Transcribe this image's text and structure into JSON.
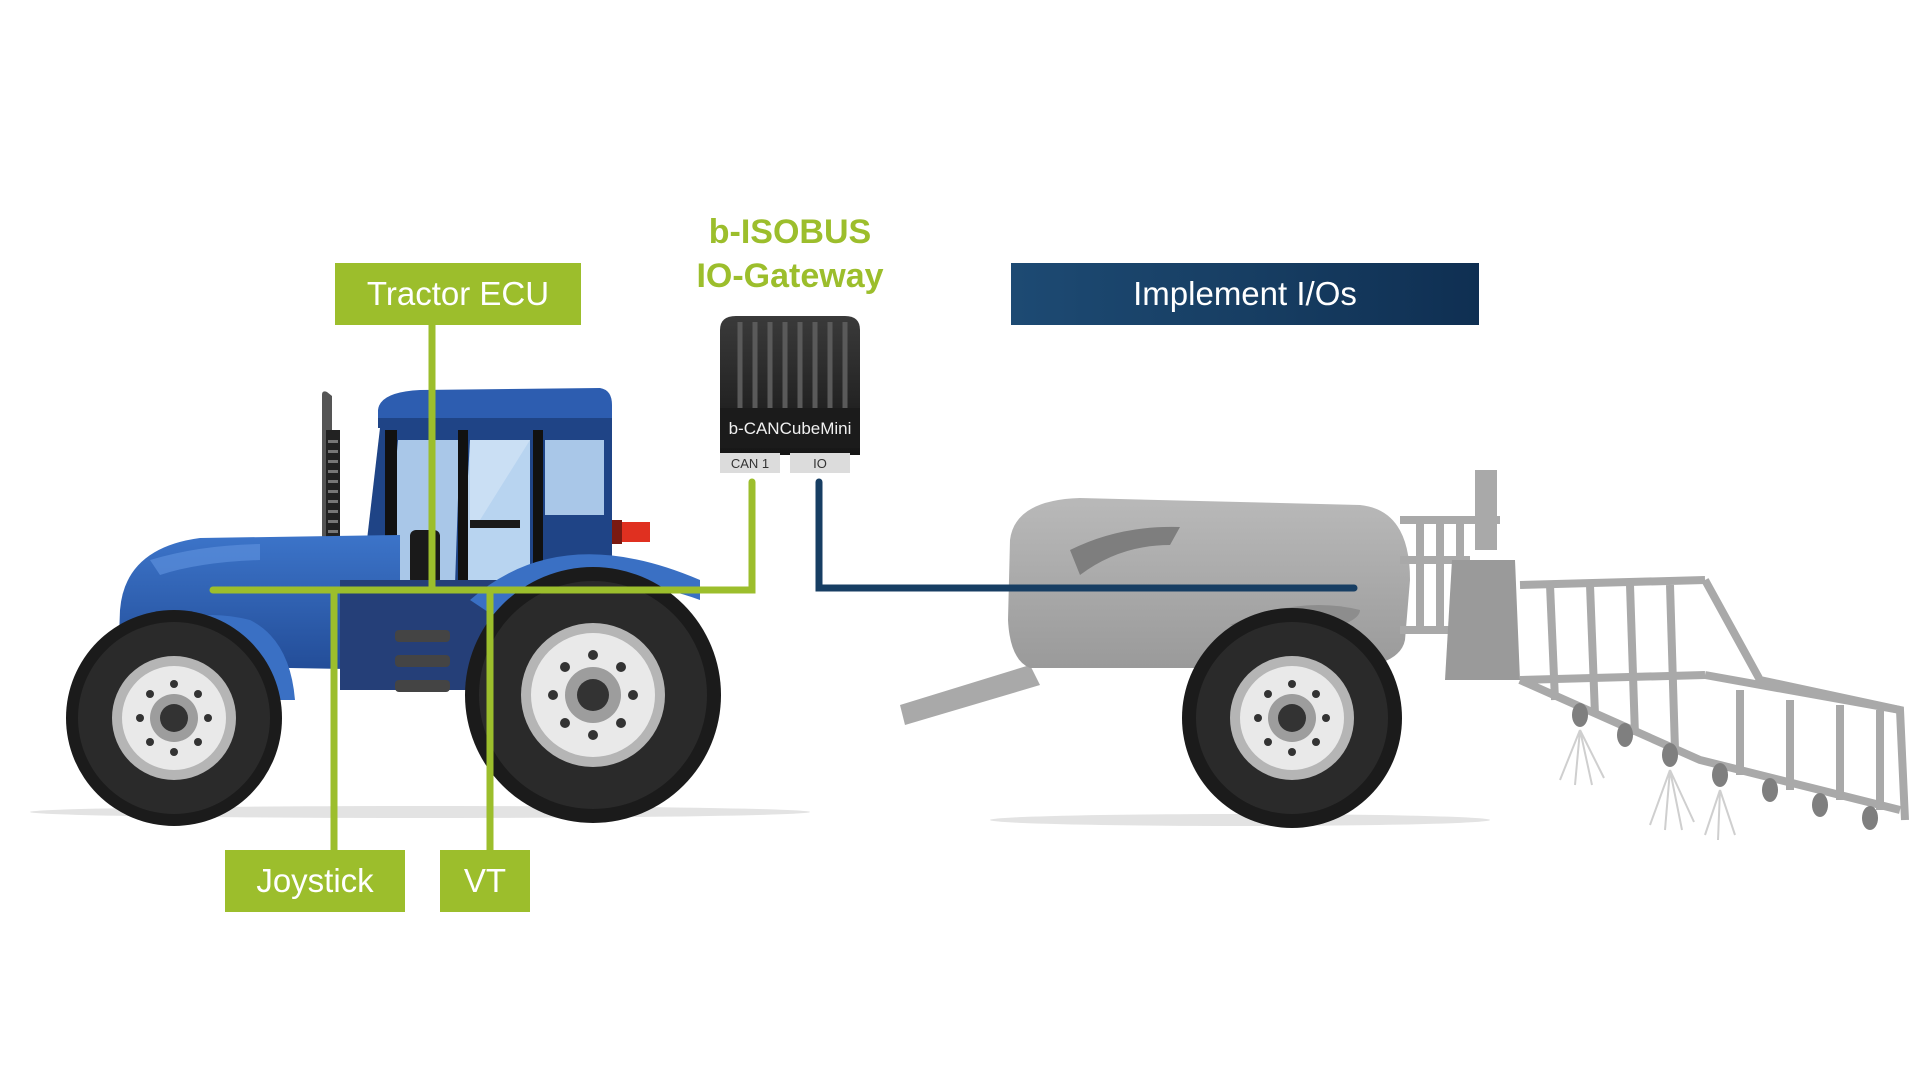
{
  "gateway": {
    "title_line1": "b-ISOBUS",
    "title_line2": "IO-Gateway",
    "device_name": "b-CANCubeMini",
    "port_can": "CAN 1",
    "port_io": "IO"
  },
  "labels": {
    "tractor_ecu": "Tractor ECU",
    "joystick": "Joystick",
    "vt": "VT",
    "implement_ios": "Implement I/Os"
  },
  "colors": {
    "green": "#9cbe2c",
    "navy": "#173e63",
    "tractor_blue": "#2e5fb0",
    "implement_grey": "#a9a9a9"
  }
}
